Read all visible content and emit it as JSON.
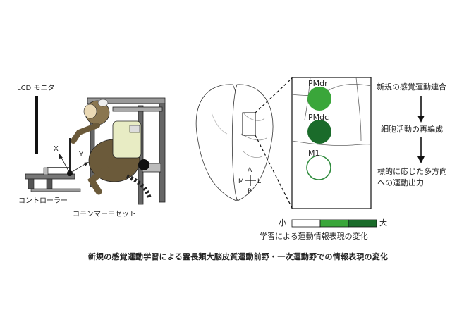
{
  "left_panel": {
    "monitor_label": "LCD モニタ",
    "axis_x": "X",
    "axis_y": "Y",
    "controller_label": "コントローラー",
    "marmoset_label": "コモンマーモセット"
  },
  "brain": {
    "dir_a": "A",
    "dir_m": "M",
    "dir_l": "L",
    "dir_p": "P"
  },
  "zoom_areas": [
    {
      "label": "PMdr",
      "level": "medium",
      "color": "#3aa63a"
    },
    {
      "label": "PMdc",
      "level": "high",
      "color": "#1a6b2a"
    },
    {
      "label": "M1",
      "level": "low",
      "color": "#ffffff"
    }
  ],
  "flow": {
    "step1": "新規の感覚運動連合",
    "step2": "細胞活動の再編成",
    "step3_line1": "標的に応じた多方向",
    "step3_line2": "への運動出力"
  },
  "scale": {
    "low_label": "小",
    "high_label": "大",
    "colors": [
      "#ffffff",
      "#3aa63a",
      "#1a6b2a"
    ],
    "caption": "学習による運動情報表現の変化"
  },
  "figure_caption": "新規の感覚運動学習による霊長類大脳皮質運動前野・一次運動野での情報表現の変化"
}
